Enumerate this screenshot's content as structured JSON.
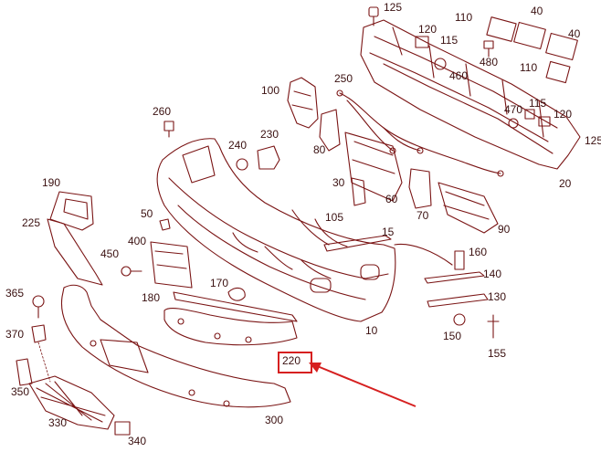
{
  "diagram": {
    "line_color": "#7a1414",
    "highlight_color": "#d62020",
    "labels": {
      "p10": "10",
      "p15": "15",
      "p20": "20",
      "p30": "30",
      "p40a": "40",
      "p40b": "40",
      "p50": "50",
      "p60": "60",
      "p70": "70",
      "p80": "80",
      "p90": "90",
      "p100": "100",
      "p105": "105",
      "p110a": "110",
      "p110b": "110",
      "p115a": "115",
      "p115b": "115",
      "p120a": "120",
      "p120b": "120",
      "p125a": "125",
      "p125b": "125",
      "p130": "130",
      "p140": "140",
      "p150": "150",
      "p155": "155",
      "p160": "160",
      "p170": "170",
      "p180": "180",
      "p190": "190",
      "p220": "220",
      "p225": "225",
      "p230": "230",
      "p240": "240",
      "p250": "250",
      "p260": "260",
      "p300": "300",
      "p330": "330",
      "p340": "340",
      "p350": "350",
      "p365": "365",
      "p370": "370",
      "p400": "400",
      "p450": "450",
      "p460": "460",
      "p470": "470",
      "p480": "480"
    }
  }
}
